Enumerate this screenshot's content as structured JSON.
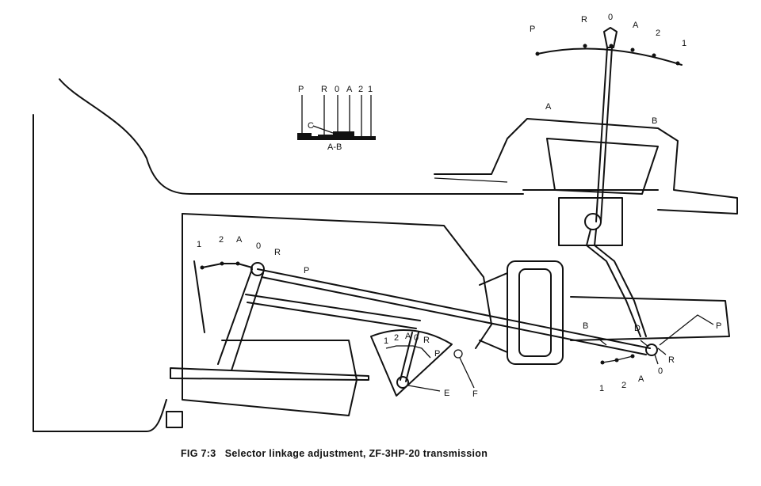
{
  "caption": "FIG 7:3   Selector linkage adjustment, ZF-3HP-20 transmission",
  "top_dial": {
    "labels": [
      "P",
      "R",
      "0",
      "A",
      "2",
      "1"
    ]
  },
  "console": {
    "label_a": "A",
    "label_b": "B"
  },
  "inset": {
    "labels": [
      "P",
      "R",
      "0",
      "A",
      "2",
      "1"
    ],
    "label_c": "C",
    "label_ab": "A-B"
  },
  "left_dial": {
    "labels": [
      "1",
      "2",
      "A",
      "0",
      "R"
    ],
    "label_p": "P"
  },
  "sector": {
    "labels": [
      "1",
      "2",
      "A",
      "0",
      "R",
      "P"
    ],
    "label_e": "E",
    "label_f": "F"
  },
  "right_linkage": {
    "label_b": "B",
    "label_d": "D",
    "label_0": "0",
    "label_r": "R",
    "dial": [
      "1",
      "2",
      "A"
    ],
    "label_p": "P"
  }
}
